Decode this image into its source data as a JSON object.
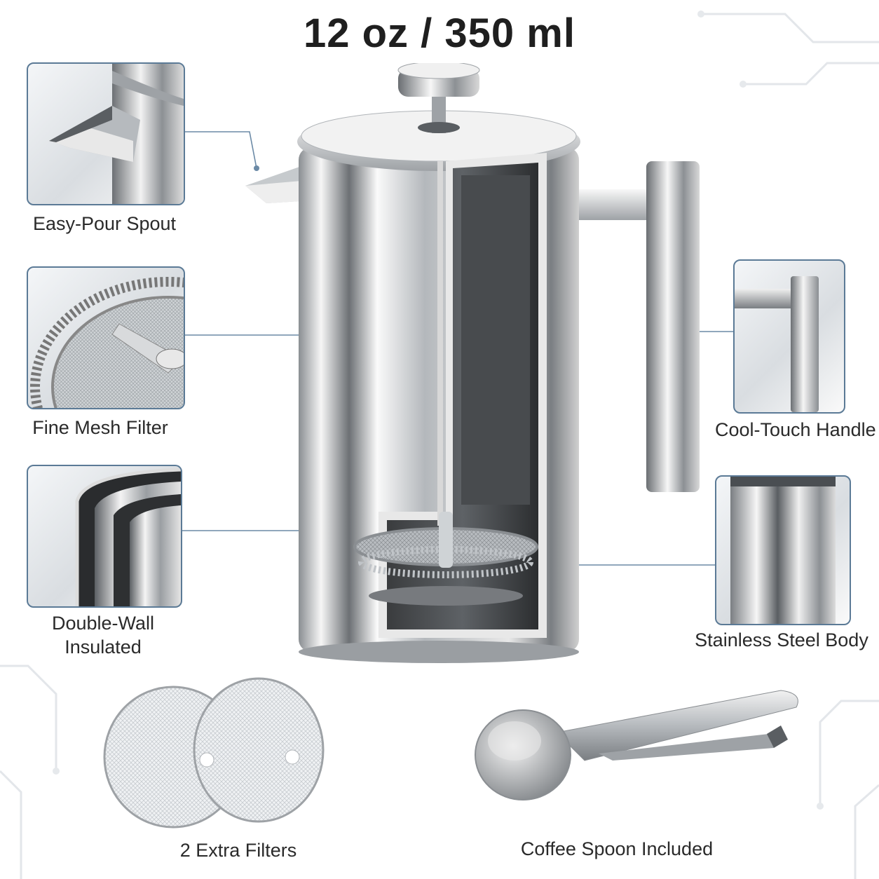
{
  "title": "12 oz / 350 ml",
  "features": {
    "spout": {
      "label": "Easy-Pour Spout",
      "icon": "spout-closeup-icon"
    },
    "filter": {
      "label": "Fine Mesh Filter",
      "icon": "mesh-filter-closeup-icon"
    },
    "wall": {
      "label_line1": "Double-Wall",
      "label_line2": "Insulated",
      "icon": "double-wall-closeup-icon"
    },
    "handle": {
      "label": "Cool-Touch Handle",
      "icon": "handle-closeup-icon"
    },
    "body": {
      "label": "Stainless Steel Body",
      "icon": "steel-body-closeup-icon"
    }
  },
  "accessories": {
    "filters": {
      "label": "2 Extra Filters",
      "icon": "extra-filters-icon"
    },
    "spoon": {
      "label": "Coffee Spoon Included",
      "icon": "coffee-spoon-icon"
    }
  },
  "colors": {
    "panel_border": "#5b7a96",
    "connector": "#6b8aa6",
    "text": "#2a2a2a"
  }
}
